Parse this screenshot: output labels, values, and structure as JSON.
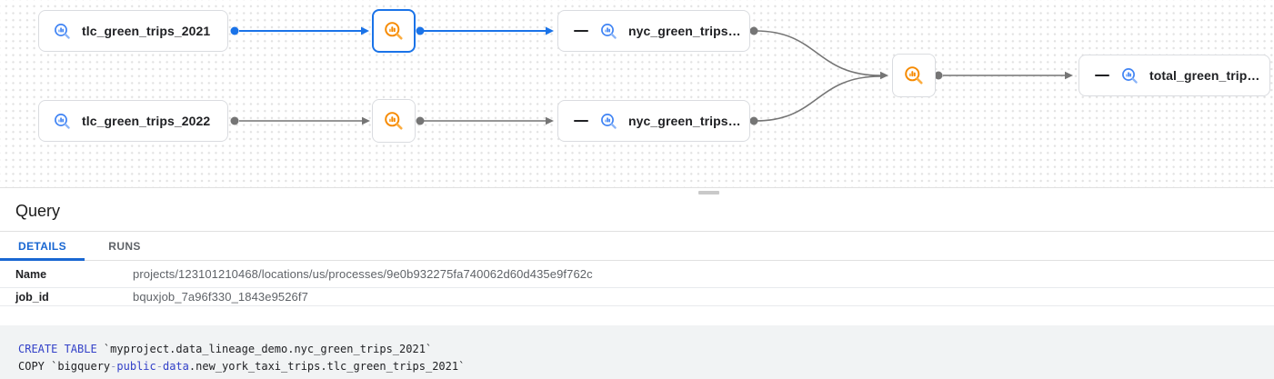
{
  "colors": {
    "accent_blue": "#1a73e8",
    "edge_gray": "#757575",
    "icon_blue": "#4285f4",
    "icon_orange": "#f68a00",
    "tab_active_blue": "#1967d2",
    "keyword_blue": "#3341c8"
  },
  "graph": {
    "nodes": [
      {
        "label": "tlc_green_trips_2021",
        "type": "table"
      },
      {
        "label": "",
        "type": "process-selected"
      },
      {
        "label": "nyc_green_trips…",
        "type": "table-collapsible"
      },
      {
        "label": "tlc_green_trips_2022",
        "type": "table"
      },
      {
        "label": "",
        "type": "process"
      },
      {
        "label": "nyc_green_trips…",
        "type": "table-collapsible"
      },
      {
        "label": "",
        "type": "process"
      },
      {
        "label": "total_green_trip…",
        "type": "table-collapsible"
      }
    ]
  },
  "panel": {
    "title": "Query",
    "tabs": [
      {
        "label": "DETAILS",
        "active": true
      },
      {
        "label": "RUNS",
        "active": false
      }
    ],
    "details": {
      "rows": [
        {
          "label": "Name",
          "value": "projects/123101210468/locations/us/processes/9e0b932275fa740062d60d435e9f762c"
        },
        {
          "label": "job_id",
          "value": "bquxjob_7a96f330_1843e9526f7"
        }
      ]
    }
  },
  "code": {
    "line1": {
      "keyword": "CREATE TABLE",
      "rest": " `myproject.data_lineage_demo.nyc_green_trips_2021`"
    },
    "line2": {
      "start": "COPY `bigquery",
      "sep1": "-",
      "kw1": "public",
      "sep2": "-",
      "kw2": "data",
      "rest": ".new_york_taxi_trips.tlc_green_trips_2021`"
    }
  }
}
